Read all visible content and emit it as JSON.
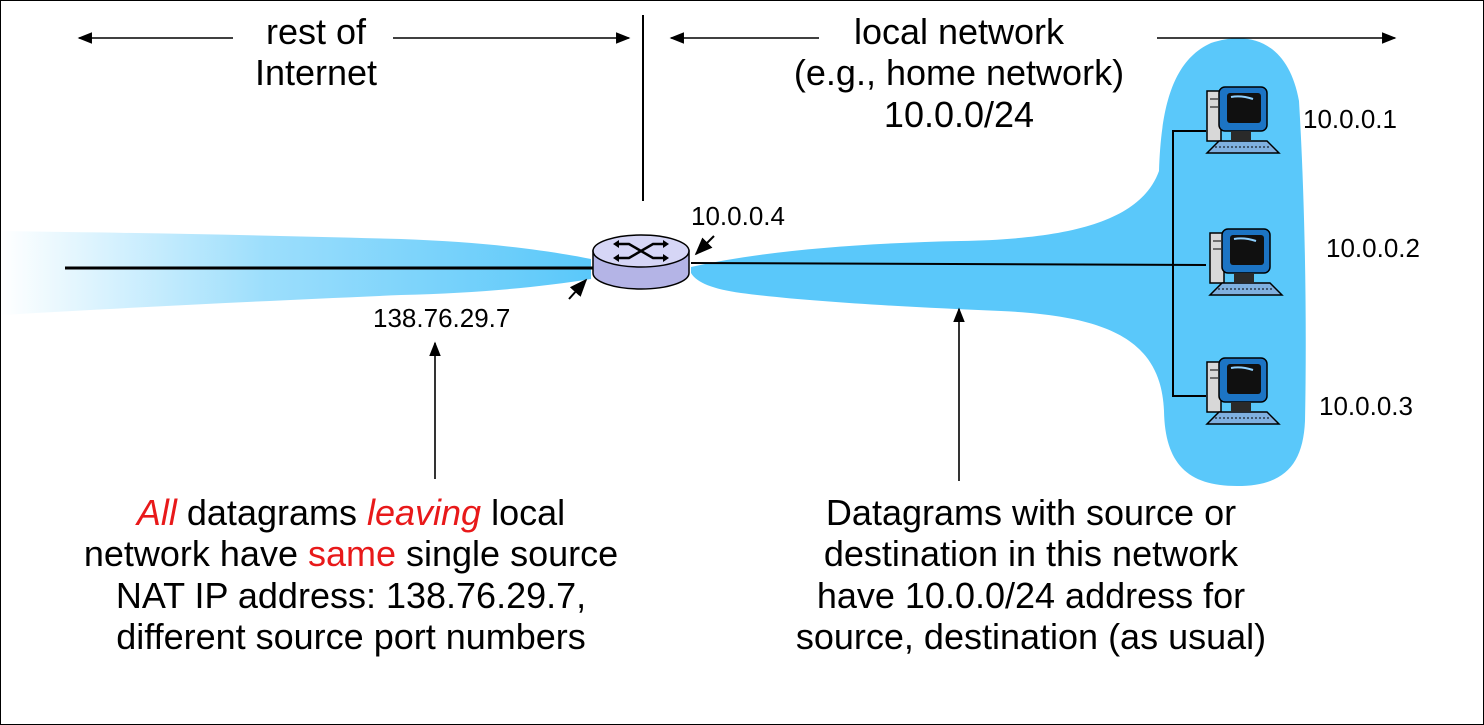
{
  "regions": {
    "rest_of_internet": [
      "rest of",
      "Internet"
    ],
    "local_network": [
      "local network",
      "(e.g., home network)",
      "10.0.0/24"
    ]
  },
  "addresses": {
    "router_outside": "138.76.29.7",
    "router_inside": "10.0.0.4",
    "host1": "10.0.0.1",
    "host2": "10.0.0.2",
    "host3": "10.0.0.3"
  },
  "notes": {
    "left": {
      "l1_a": "All",
      "l1_b": " datagrams ",
      "l1_c": "leaving",
      "l1_d": " local",
      "l2_a": "network have ",
      "l2_b": "same",
      "l2_c": " single source",
      "l3": "NAT IP address: 138.76.29.7,",
      "l4": "different source port numbers"
    },
    "right": [
      "Datagrams with source or",
      "destination in this network",
      "have 10.0.0/24 address for",
      "source, destination (as usual)"
    ]
  },
  "colors": {
    "network_blue": "#5ac8fa",
    "emphasis_red": "#e8191a",
    "router_body": "#c8c8f0"
  }
}
